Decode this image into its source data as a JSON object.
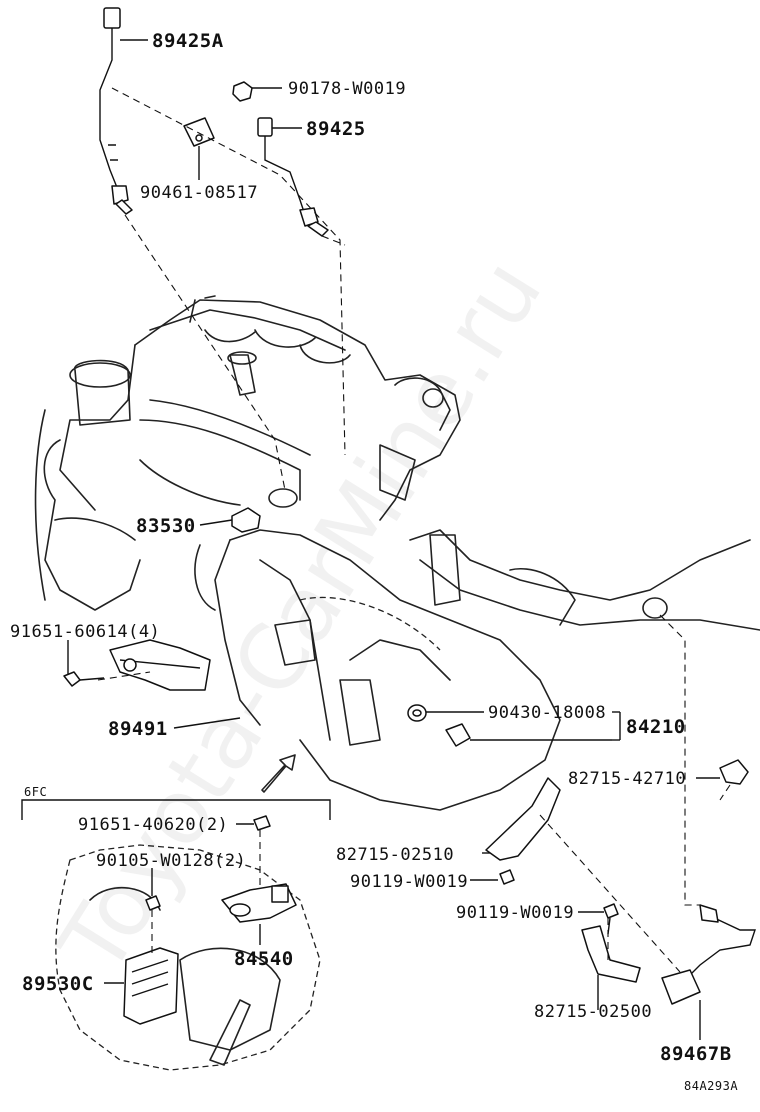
{
  "watermark": "Toyota-CarMine.ru",
  "labels": {
    "p89425A": "89425A",
    "p90178": "90178-W0019",
    "p89425": "89425",
    "p90461": "90461-08517",
    "p83530": "83530",
    "p91651_60614": "91651-60614(4)",
    "p89491": "89491",
    "p90430": "90430-18008",
    "p84210": "84210",
    "p82715_42710": "82715-42710",
    "p82715_02510": "82715-02510",
    "p90119_a": "90119-W0019",
    "p90119_b": "90119-W0019",
    "p82715_02500": "82715-02500",
    "p89467B": "89467B",
    "p91651_40620": "91651-40620(2)",
    "p90105": "90105-W0128(2)",
    "p84540": "84540",
    "p89530C": "89530C",
    "inset_tag": "6FC",
    "figure_code": "84A293A"
  }
}
